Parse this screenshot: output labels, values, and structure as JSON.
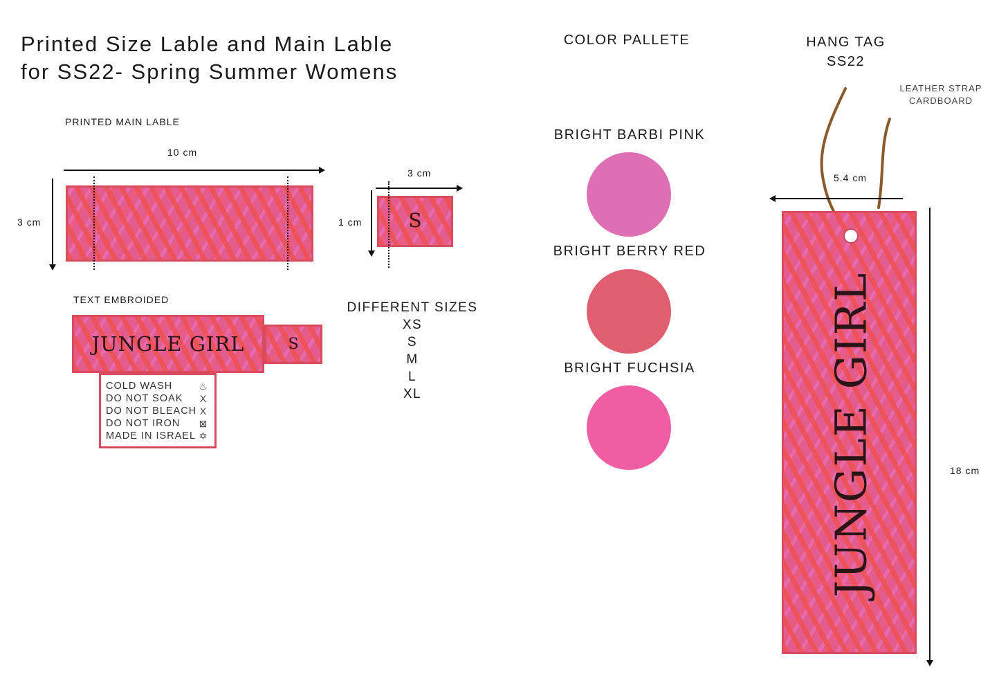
{
  "title": {
    "line1": "Printed Size Lable and Main Lable",
    "line2": "for SS22- Spring Summer Womens"
  },
  "main_label": {
    "heading": "PRINTED MAIN LABLE",
    "width": "10 cm",
    "height": "3 cm"
  },
  "size_label": {
    "width": "3 cm",
    "height": "1 cm",
    "letter": "S"
  },
  "embroidered": {
    "heading": "TEXT EMBROIDED",
    "brand": "JUNGLE GIRL",
    "size": "S"
  },
  "care": {
    "items": [
      {
        "text": "COLD WASH",
        "icon": "wash-tub-icon",
        "glyph": "♨"
      },
      {
        "text": "DO NOT SOAK",
        "icon": "cross-icon",
        "glyph": "X"
      },
      {
        "text": "DO NOT BLEACH",
        "icon": "cross-icon",
        "glyph": "X"
      },
      {
        "text": "DO NOT IRON",
        "icon": "no-iron-icon",
        "glyph": "⊠"
      },
      {
        "text": "MADE IN ISRAEL",
        "icon": "star-of-david-icon",
        "glyph": "✡"
      }
    ]
  },
  "sizes": {
    "heading": "DIFFERENT SIZES",
    "list": [
      "XS",
      "S",
      "M",
      "L",
      "XL"
    ]
  },
  "palette": {
    "heading": "COLOR PALLETE",
    "colors": [
      {
        "name": "BRIGHT BARBI PINK",
        "hex": "#df6fb4"
      },
      {
        "name": "BRIGHT BERRY RED",
        "hex": "#e05e70"
      },
      {
        "name": "BRIGHT FUCHSIA",
        "hex": "#ef5ea2"
      }
    ]
  },
  "hang_tag": {
    "title1": "HANG TAG",
    "title2": "SS22",
    "material1": "LEATHER STRAP",
    "material2": "CARDBOARD",
    "width": "5.4 cm",
    "height": "18 cm",
    "brand": "JUNGLE GIRL"
  },
  "colors": {
    "label_border": "#d94c5e",
    "strap": "#8b5a2b"
  }
}
